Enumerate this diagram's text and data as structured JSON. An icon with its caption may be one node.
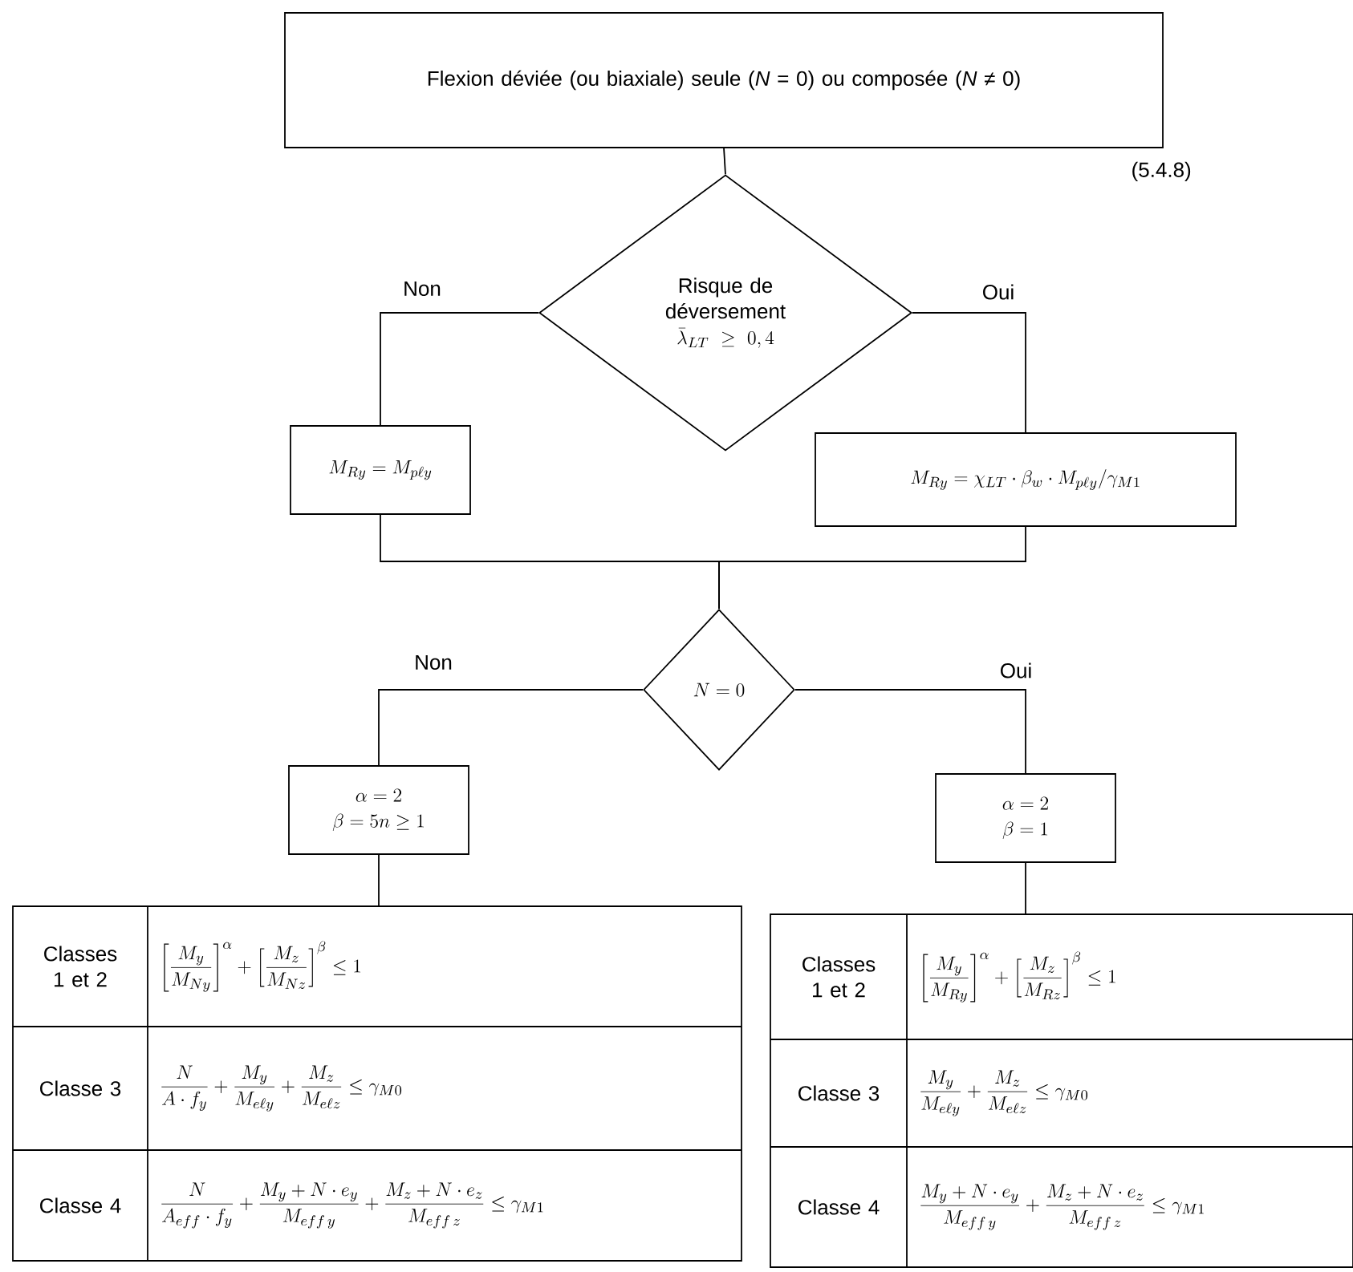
{
  "diagram": {
    "nodes": [
      {
        "text": [
          "Flexion déviée (ou biaxiale) seule (*N* = 0) ou composée (*N* ≠ 0)"
        ],
        "beside": [
          "(5.4.8)"
        ]
      },
      {
        "text": [
          "Risque de déversement",
          "\\bar{\\lambda}_{LT} \\geq 0,4"
        ]
      },
      {
        "text": [
          "M_{Ry} = M_{p\\ell y}"
        ]
      },
      {
        "text": [
          "M_{Ry} = \\chi_{LT} \\cdot \\beta_w \\cdot M_{p\\ell y} / \\gamma_{M1}"
        ]
      },
      {
        "text": [
          "N = 0"
        ]
      },
      {
        "text": [
          "\\alpha = 2",
          "\\beta = 5n \\geq 1"
        ]
      },
      {
        "text": [
          "\\alpha = 2",
          "\\beta = 1"
        ]
      },
      {
        "text": [
          "Classes 1 et 2",
          "\\left[\\frac{M_y}{M_{Ny}}\\right]^{\\alpha} + \\left[\\frac{M_z}{M_{Nz}}\\right]^{\\beta} \\leq 1",
          "Classe 3",
          "\\frac{N}{A \\cdot f_y} + \\frac{M_y}{M_{e\\ell y}} + \\frac{M_z}{M_{e\\ell z}} \\leq \\gamma_{M0}",
          "Classe 4",
          "\\frac{N}{A_{eff} \\cdot f_y} + \\frac{M_y + N \\cdot e_y}{M_{eff\\,y}} + \\frac{M_z + N \\cdot e_z}{M_{eff\\,z}} \\leq \\gamma_{M1}"
        ]
      },
      {
        "text": [
          "Classes 1 et 2",
          "\\left[\\frac{M_y}{M_{Ry}}\\right]^{\\alpha} + \\left[\\frac{M_z}{M_{Rz}}\\right]^{\\beta} \\leq 1",
          "Classe 3",
          "\\frac{M_y}{M_{e\\ell y}} + \\frac{M_z}{M_{e\\ell z}} \\leq \\gamma_{M0}",
          "Classe 4",
          "\\frac{M_y + N \\cdot e_y}{M_{eff\\,y}} + \\frac{M_z + N \\cdot e_z}{M_{eff\\,z}} \\leq \\gamma_{M1}"
        ]
      }
    ],
    "edges": [
      {
        "from": 0,
        "to": 1,
        "arrow": "none"
      },
      {
        "from": 1,
        "to": 2,
        "arrow": "none",
        "label": "Non"
      },
      {
        "from": 1,
        "to": 3,
        "arrow": "none",
        "label": "Oui"
      },
      {
        "from": 2,
        "to": 4,
        "arrow": "none"
      },
      {
        "from": 3,
        "to": 4,
        "arrow": "none"
      },
      {
        "from": 4,
        "to": 5,
        "arrow": "none",
        "label": "Non"
      },
      {
        "from": 4,
        "to": 6,
        "arrow": "none",
        "label": "Oui"
      },
      {
        "from": 5,
        "to": 7,
        "arrow": "none"
      },
      {
        "from": 6,
        "to": 8,
        "arrow": "none"
      }
    ]
  }
}
